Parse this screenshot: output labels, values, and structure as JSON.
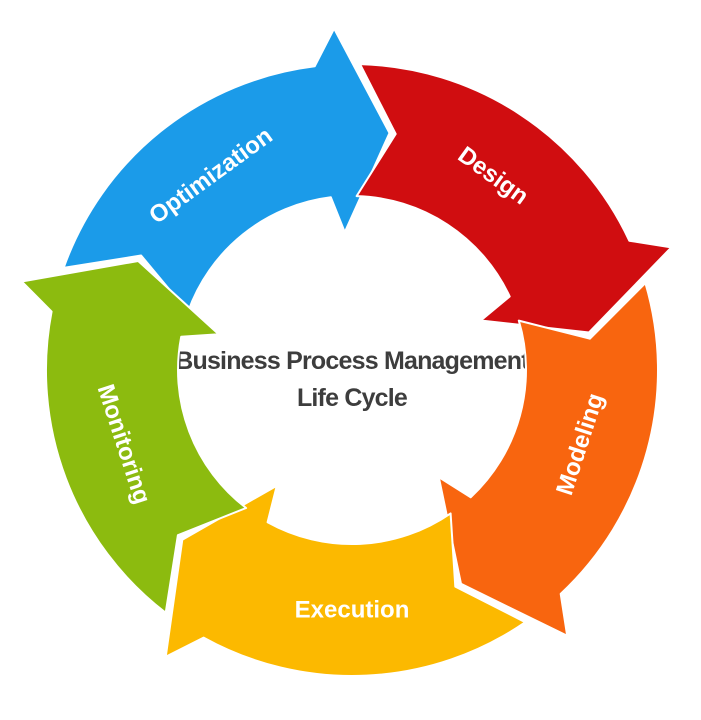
{
  "title": {
    "line1": "Business Process Management",
    "line2": "Life Cycle",
    "color": "#3d3d3d"
  },
  "diagram": {
    "type": "cycle-arrows",
    "direction": "clockwise",
    "label_color": "#ffffff",
    "background": "#ffffff",
    "segments": [
      {
        "label": "Optimization",
        "color": "#1B9BE9",
        "tip_angle": 9,
        "label_angle": 324
      },
      {
        "label": "Design",
        "color": "#D00D10",
        "tip_angle": 81,
        "label_angle": 36
      },
      {
        "label": "Modeling",
        "color": "#F8650F",
        "tip_angle": 153,
        "label_angle": 108
      },
      {
        "label": "Execution",
        "color": "#FCB900",
        "tip_angle": 225,
        "label_angle": 180
      },
      {
        "label": "Monitoring",
        "color": "#8CBB0F",
        "tip_angle": 297,
        "label_angle": 252
      }
    ]
  }
}
